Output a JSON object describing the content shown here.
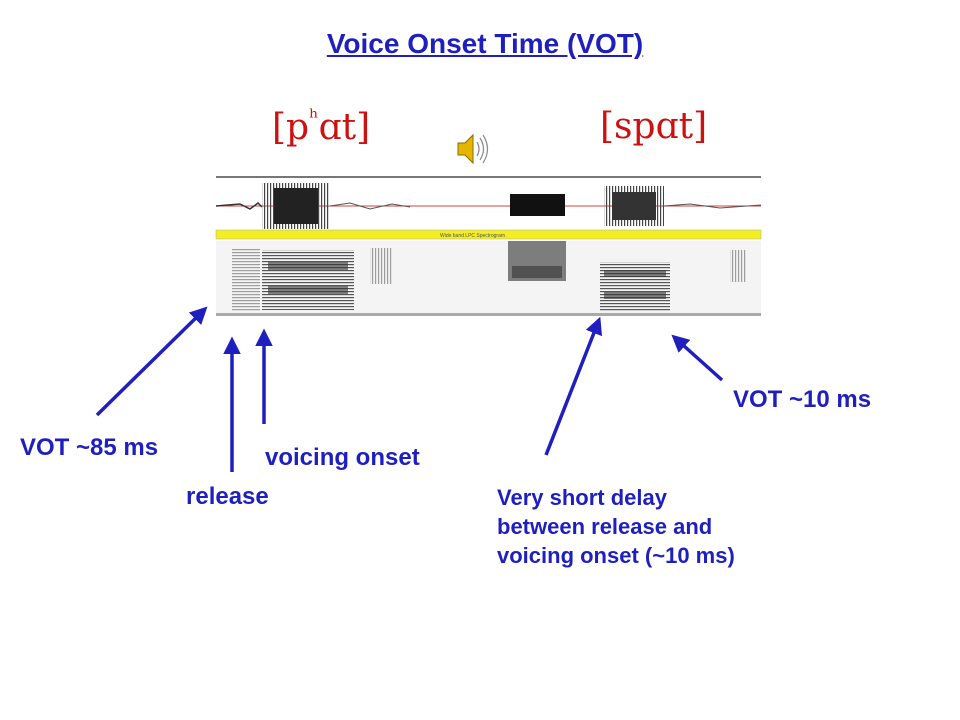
{
  "title": "Voice Onset Time (VOT)",
  "words": {
    "word1": {
      "open": "[",
      "onset": "p",
      "aspiration": "ʰ",
      "rest": "ɑt",
      "close": "]"
    },
    "word2": {
      "open": "[",
      "onset": "s",
      "stop": "p",
      "rest": "ɑt",
      "close": "]"
    }
  },
  "icons": {
    "speaker": "speaker-icon"
  },
  "labels": {
    "vot85": "VOT ~85 ms",
    "release": "release",
    "voicing_onset": "voicing onset",
    "vot10": "VOT ~10 ms",
    "delay": [
      "Very short delay",
      "between release and",
      "voicing onset (~10 ms)"
    ]
  },
  "spectrogram_band_label": "Wide band LPC Spectrogram",
  "colors": {
    "accent": "#1f1fbf",
    "ipa": "#cc1111",
    "band": "#f2ee22"
  }
}
